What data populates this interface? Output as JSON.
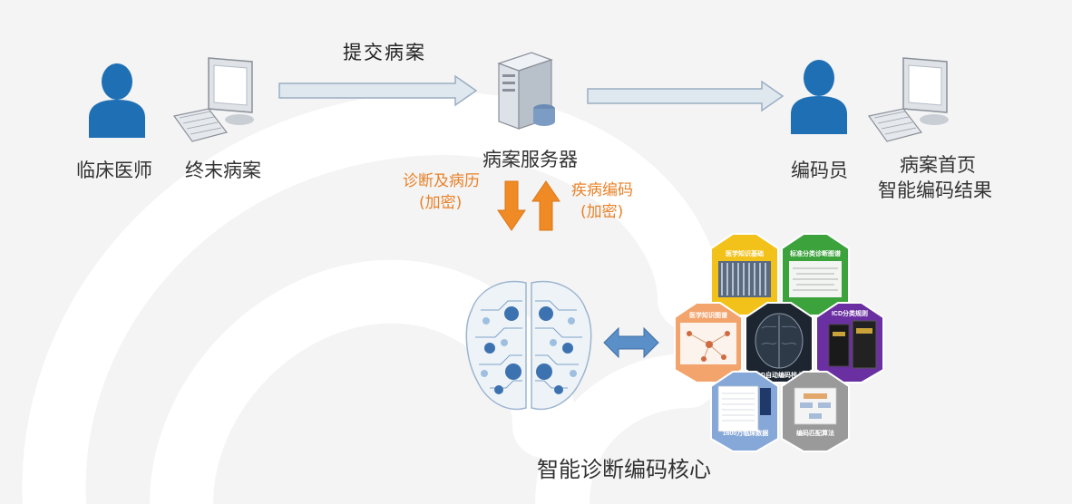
{
  "actors": {
    "doctor": "临床医师",
    "terminal": "终末病案",
    "server": "病案服务器",
    "coder": "编码员",
    "result_line1": "病案首页",
    "result_line2": "智能编码结果"
  },
  "flows": {
    "submit": "提交病案",
    "down_line1": "诊断及病历",
    "down_line2": "(加密)",
    "up_line1": "疾病编码",
    "up_line2": "(加密)"
  },
  "core": {
    "title": "智能诊断编码核心",
    "hexes": {
      "top_left": "医学知识基础",
      "top_right": "标准分类诊断图谱",
      "mid_left": "医学知识图谱",
      "center": "ICD自动编码核心",
      "mid_right": "ICD分类规则",
      "bottom_left": "1600万临床数据",
      "bottom_right": "编码匹配算法"
    }
  },
  "colors": {
    "person": "#1f6fb4",
    "arrow_fill": "#dfe7ef",
    "arrow_stroke": "#9aaec2",
    "orange": "#f08a24",
    "double_arrow": "#5b8fc8",
    "hex_yellow": "#f2c21a",
    "hex_green": "#3ca23c",
    "hex_orange": "#f2a46c",
    "hex_dark": "#1c2530",
    "hex_purple": "#6a2fa0",
    "hex_blue": "#86a8d8",
    "hex_gray": "#9a9a9a"
  },
  "icons": [
    "person-icon",
    "computer-icon",
    "server-icon",
    "brain-icon"
  ]
}
